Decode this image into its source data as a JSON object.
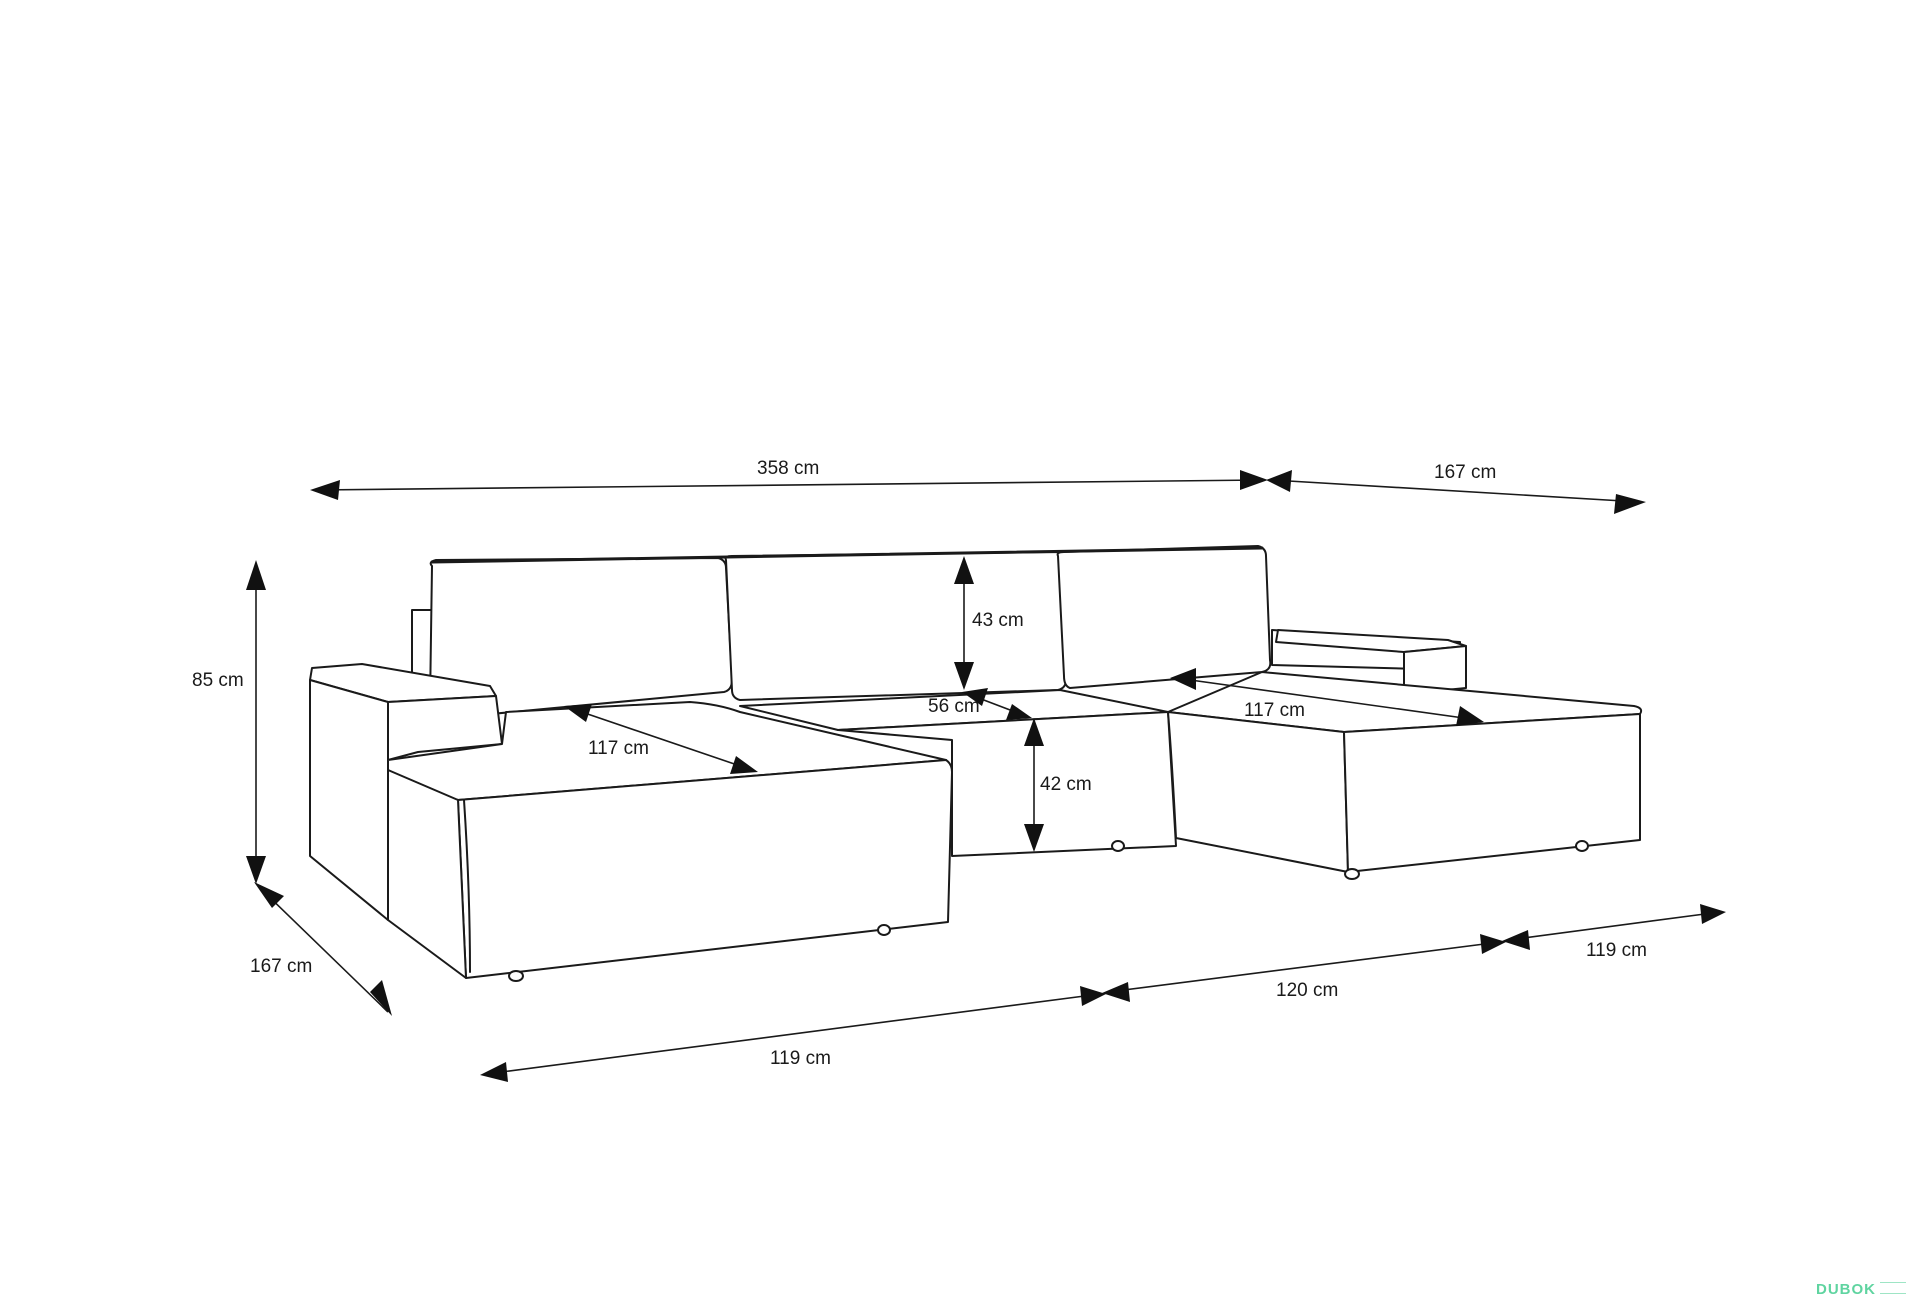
{
  "diagram": {
    "dimensions": {
      "total_width": "358 cm",
      "right_depth_top": "167 cm",
      "height": "85 cm",
      "back_cushion_height": "43 cm",
      "seat_depth_center": "56 cm",
      "seat_height": "42 cm",
      "left_lounger_inner": "117 cm",
      "right_lounger_inner": "117 cm",
      "left_depth": "167 cm",
      "bottom_left_module": "119 cm",
      "bottom_center_module": "120 cm",
      "bottom_right_module": "119 cm"
    }
  },
  "watermark": {
    "text": "DUBOK",
    "color": "#5fd4a0"
  },
  "colors": {
    "line": "#1a1a1a",
    "background": "#ffffff"
  }
}
